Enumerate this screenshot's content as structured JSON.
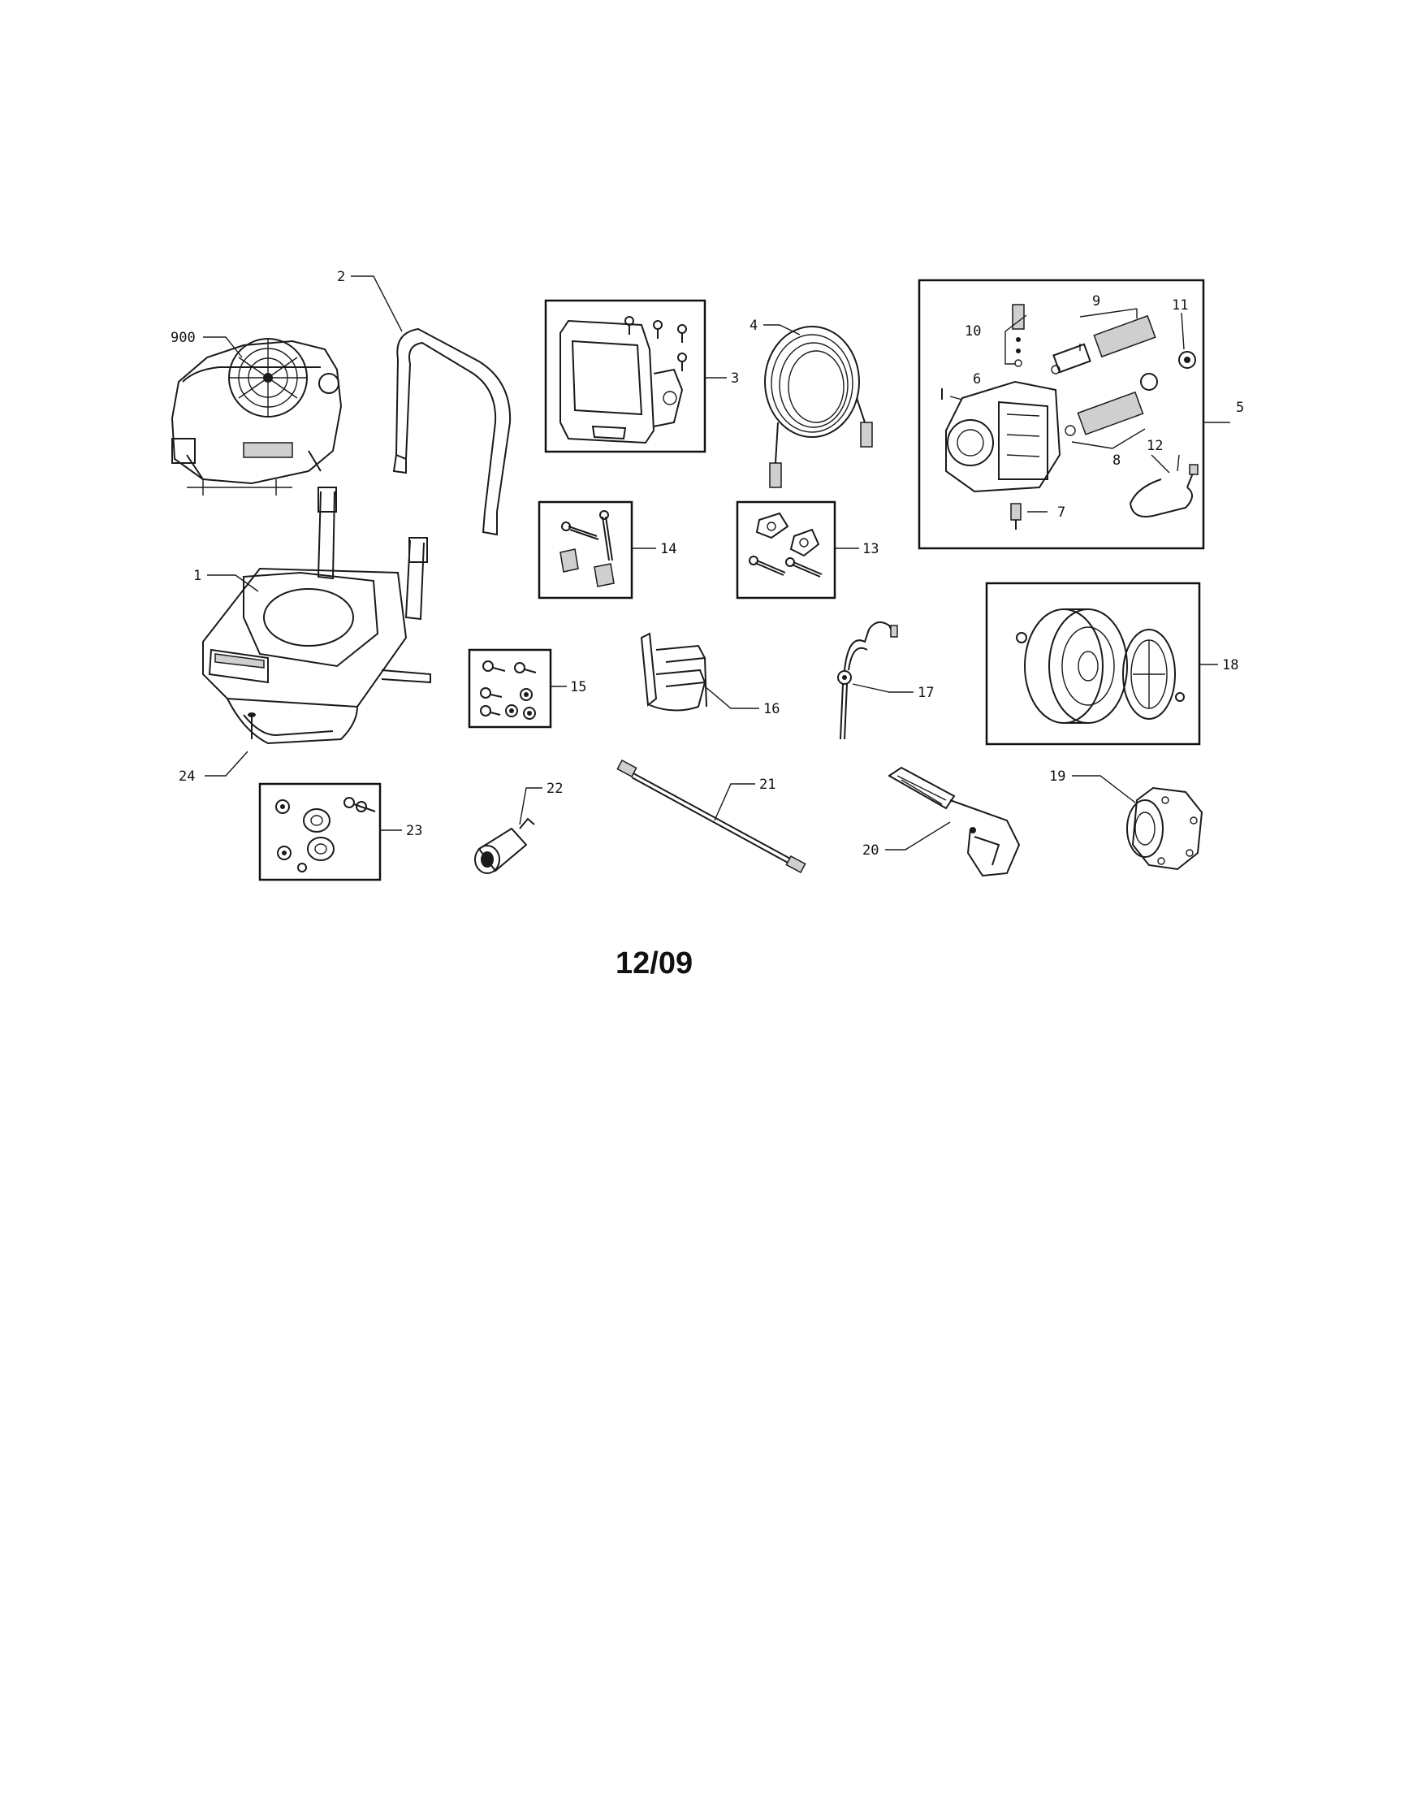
{
  "diagram": {
    "date_code": "12/09",
    "callouts": [
      {
        "id": "c1",
        "label": "1"
      },
      {
        "id": "c2",
        "label": "2"
      },
      {
        "id": "c3",
        "label": "3"
      },
      {
        "id": "c4",
        "label": "4"
      },
      {
        "id": "c5",
        "label": "5"
      },
      {
        "id": "c6",
        "label": "6"
      },
      {
        "id": "c7",
        "label": "7"
      },
      {
        "id": "c8",
        "label": "8"
      },
      {
        "id": "c9",
        "label": "9"
      },
      {
        "id": "c10",
        "label": "10"
      },
      {
        "id": "c11",
        "label": "11"
      },
      {
        "id": "c12",
        "label": "12"
      },
      {
        "id": "c13",
        "label": "13"
      },
      {
        "id": "c14",
        "label": "14"
      },
      {
        "id": "c15",
        "label": "15"
      },
      {
        "id": "c16",
        "label": "16"
      },
      {
        "id": "c17",
        "label": "17"
      },
      {
        "id": "c18",
        "label": "18"
      },
      {
        "id": "c19",
        "label": "19"
      },
      {
        "id": "c20",
        "label": "20"
      },
      {
        "id": "c21",
        "label": "21"
      },
      {
        "id": "c22",
        "label": "22"
      },
      {
        "id": "c23",
        "label": "23"
      },
      {
        "id": "c24",
        "label": "24"
      },
      {
        "id": "c900",
        "label": "900"
      }
    ]
  }
}
